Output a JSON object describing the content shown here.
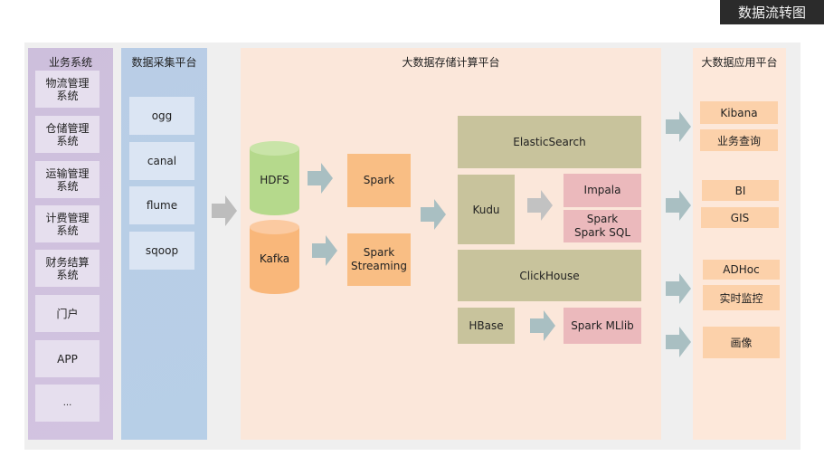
{
  "header": {
    "title": "数据流转图"
  },
  "business_systems": {
    "title": "业务系统",
    "items": [
      {
        "line1": "物流管理",
        "line2": "系统"
      },
      {
        "line1": "仓储管理",
        "line2": "系统"
      },
      {
        "line1": "运输管理",
        "line2": "系统"
      },
      {
        "line1": "计费管理",
        "line2": "系统"
      },
      {
        "line1": "财务结算",
        "line2": "系统"
      },
      {
        "line1": "门户",
        "line2": ""
      },
      {
        "line1": "APP",
        "line2": ""
      },
      {
        "line1": "...",
        "line2": ""
      }
    ]
  },
  "collection_platform": {
    "title": "数据采集平台",
    "items": [
      "ogg",
      "canal",
      "flume",
      "sqoop"
    ]
  },
  "storage_compute_platform": {
    "title": "大数据存储计算平台",
    "sources": {
      "hdfs": "HDFS",
      "kafka": "Kafka"
    },
    "processors": {
      "spark": "Spark",
      "spark_streaming_1": "Spark",
      "spark_streaming_2": "Streaming"
    },
    "stores": {
      "elasticsearch": "ElasticSearch",
      "kudu": "Kudu",
      "clickhouse": "ClickHouse",
      "hbase": "HBase"
    },
    "engines": {
      "impala": "Impala",
      "spark_sql_1": "Spark",
      "spark_sql_2": "Spark SQL",
      "spark_mllib": "Spark MLlib"
    }
  },
  "application_platform": {
    "title": "大数据应用平台",
    "groups": [
      [
        "Kibana",
        "业务查询"
      ],
      [
        "BI",
        "GIS"
      ],
      [
        "ADHoc",
        "实时监控"
      ],
      [
        "画像"
      ]
    ]
  },
  "colors": {
    "business_bg": "#cdbfdc",
    "collection_bg": "#b9cde6",
    "storage_bg": "#fbe7da",
    "hdfs": "#b5d98c",
    "kafka": "#f9b77a",
    "orange_box": "#f9be84",
    "olive_box": "#c8c39c",
    "pink_box": "#ebb9bc",
    "app_item": "#fcd1aa",
    "arrow_blue_gray": "#a9bfc2",
    "arrow_gray": "#bdbdbd"
  }
}
